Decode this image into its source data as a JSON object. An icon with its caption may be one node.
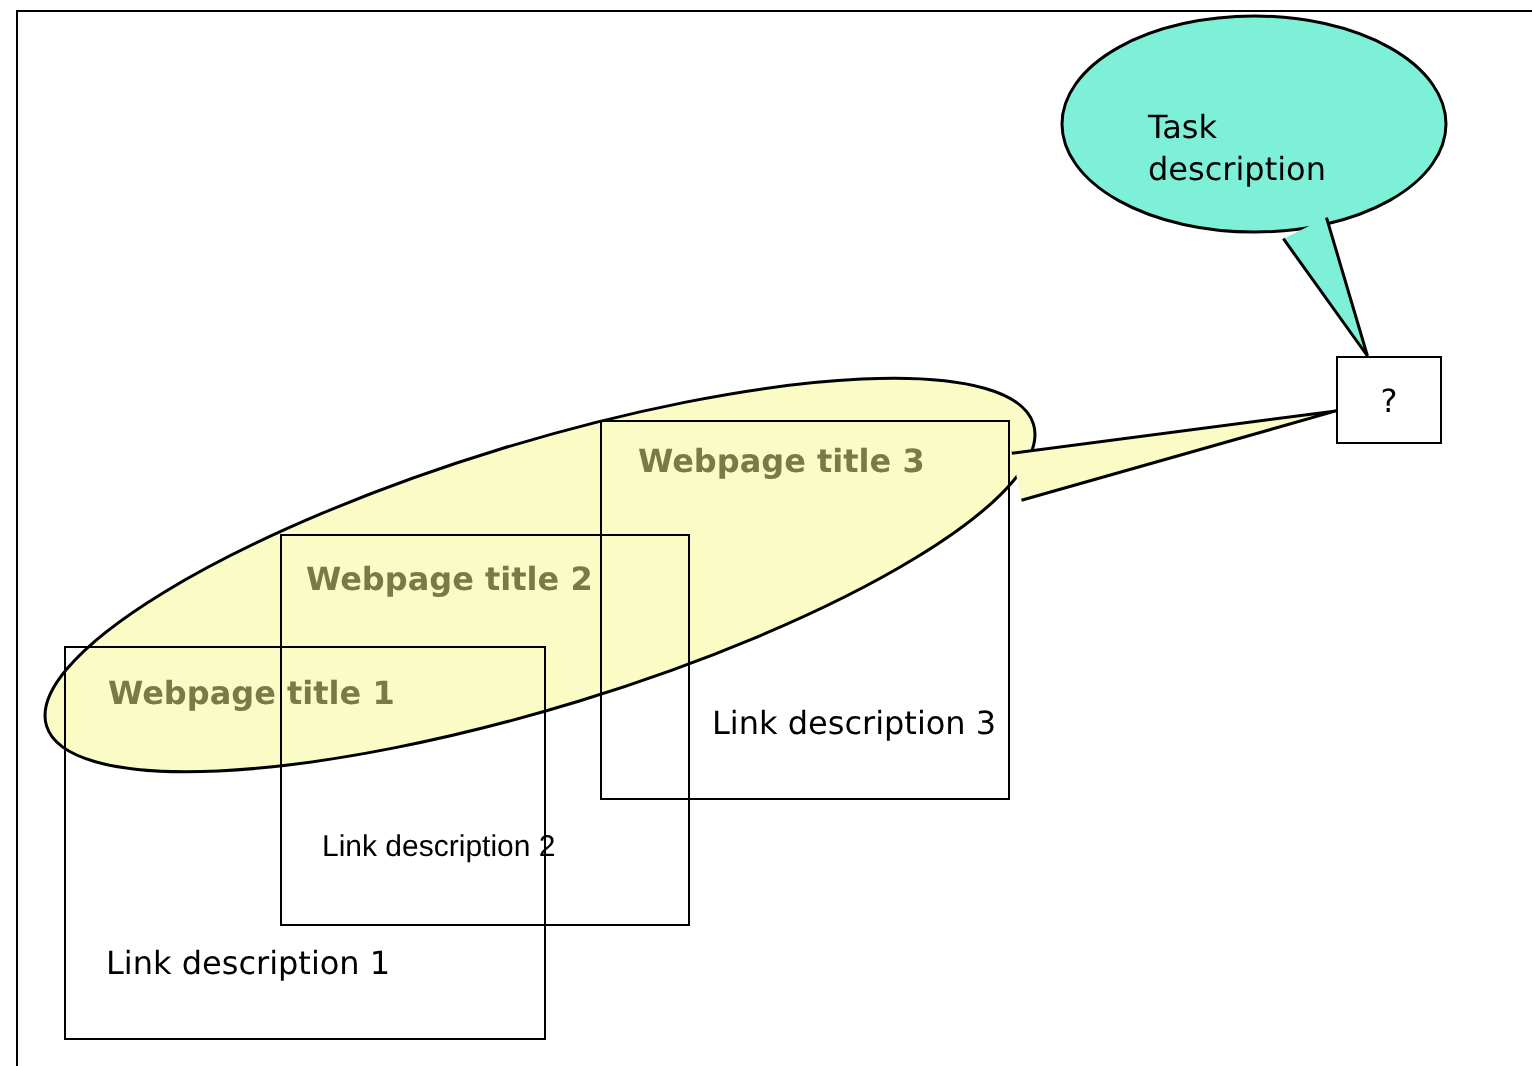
{
  "diagram": {
    "nodes": [
      {
        "text": [
          "Task description"
        ]
      },
      {
        "text": [
          "?"
        ]
      },
      {
        "text": [],
        "shape": "ellipse"
      },
      {
        "text": [
          "Webpage title 3",
          "Link description 3"
        ]
      },
      {
        "text": [
          "Webpage title 2",
          "Link description 2"
        ]
      },
      {
        "text": [
          "Webpage title 1",
          "Link description 1"
        ]
      }
    ],
    "edges": [
      {
        "from": 0,
        "to": 1,
        "arrow": "none"
      },
      {
        "from": 2,
        "to": 1,
        "arrow": "none"
      }
    ]
  }
}
